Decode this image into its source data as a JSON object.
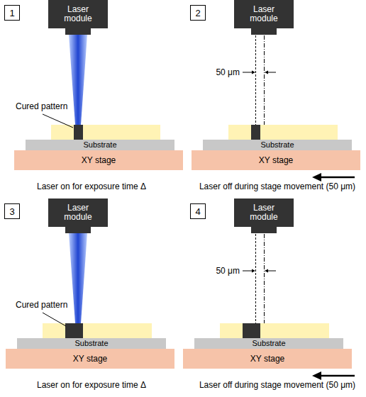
{
  "diagram": {
    "nodes": [
      {
        "text": [
          "1"
        ]
      },
      {
        "text": [
          "Laser module"
        ]
      },
      {
        "text": [
          "Substrate"
        ]
      },
      {
        "text": [
          "XY stage"
        ]
      },
      {
        "text": [
          "2"
        ]
      },
      {
        "text": [
          "Laser module"
        ]
      },
      {
        "text": [
          "Substrate"
        ]
      },
      {
        "text": [
          "XY stage"
        ]
      },
      {
        "text": [
          "3"
        ]
      },
      {
        "text": [
          "Laser module"
        ]
      },
      {
        "text": [
          "Substrate"
        ]
      },
      {
        "text": [
          "XY stage"
        ]
      },
      {
        "text": [
          "4"
        ]
      },
      {
        "text": [
          "Laser module"
        ]
      },
      {
        "text": [
          "Substrate"
        ]
      },
      {
        "text": [
          "XY stage"
        ]
      }
    ],
    "labels": [
      "Cured pattern",
      "Laser on for exposure time Δ",
      "50 μm",
      "Laser off during stage movement (50 μm)",
      "Cured pattern",
      "Laser on for exposure time Δ",
      "50 μm",
      "Laser off during stage movement (50 μm)"
    ]
  }
}
